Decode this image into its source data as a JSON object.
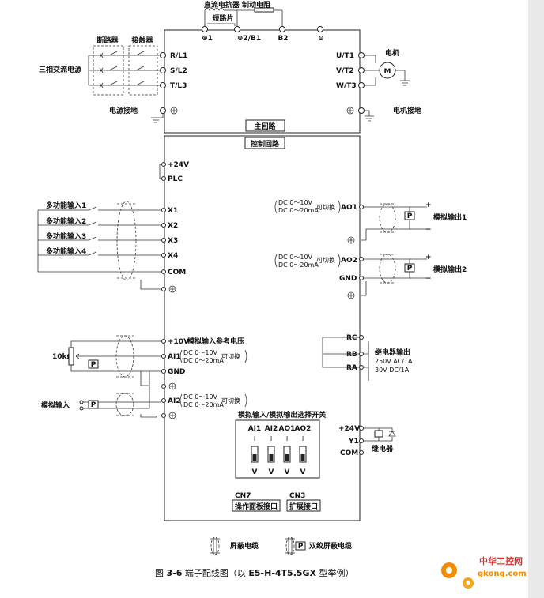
{
  "labels": {
    "reactor_brake": "直流电抗器 制动电阻",
    "short_piece": "短路片",
    "t_p1": "⊕1",
    "t_p2b1": "⊕2/B1",
    "t_b2": "B2",
    "t_minus": "⊖",
    "breaker": "断路器",
    "contactor": "接触器",
    "three_phase": "三相交流电源",
    "rl1": "R/L1",
    "sl2": "S/L2",
    "tl3": "T/L3",
    "ut1": "U/T1",
    "vt2": "V/T2",
    "wt3": "W/T3",
    "motor": "电机",
    "motor_m": "M",
    "power_ground": "电源接地",
    "motor_ground": "电机接地",
    "main_circuit": "主回路",
    "control_circuit": "控制回路",
    "p24v": "+24V",
    "plc": "PLC",
    "mfi1": "多功能输入1",
    "mfi2": "多功能输入2",
    "mfi3": "多功能输入3",
    "mfi4": "多功能输入4",
    "x1": "X1",
    "x2": "X2",
    "x3": "X3",
    "x4": "X4",
    "com": "COM",
    "ao1_range1": "DC 0～10V",
    "ao1_range2": "DC 0～20mA",
    "switchable": "可切换",
    "ao1": "AO1",
    "ao2": "AO2",
    "ao2_range1": "DC 0～10V",
    "ao2_range2": "DC 0～20mA",
    "gnd": "GND",
    "plus": "+",
    "minus": "−",
    "p": "P",
    "analog_out1": "模拟输出1",
    "analog_out2": "模拟输出2",
    "p10v": "+10V",
    "analog_ref": "模拟输入参考电压",
    "ai1": "AI1",
    "ai1_range1": "DC 0～10V",
    "ai1_range2": "DC 0～20mA",
    "ai2": "AI2",
    "ai2_range1": "DC 0～10V",
    "ai2_range2": "DC 0～20mA",
    "pot": "10kΩ",
    "analog_in": "模拟输入",
    "rc": "RC",
    "rb": "RB",
    "ra": "RA",
    "relay_out": "继电器输出",
    "relay_rating1": "250V AC/1A",
    "relay_rating2": "30V   DC/1A",
    "switch_title": "模拟输入/模拟输出选择开关",
    "sw_ai1": "AI1",
    "sw_ai2": "AI2",
    "sw_ao1": "AO1",
    "sw_ao2": "AO2",
    "sw_i": "I",
    "sw_v": "V",
    "y1": "Y1",
    "relay": "继电器",
    "cn7": "CN7",
    "cn3": "CN3",
    "panel_port": "操作面板接口",
    "ext_port": "扩展接口",
    "shield_cable": "屏蔽电缆",
    "twisted_cable": "双绞屏蔽电缆",
    "caption_prefix": "图 ",
    "caption_num": "3-6",
    "caption_mid": "  端子配线图（以 ",
    "caption_model": "E5-H-4T5.5GX",
    "caption_end": " 型举例）",
    "watermark1": "中华工控网",
    "watermark2": "gkong.com"
  },
  "colors": {
    "line": "#222222",
    "watermark_orange": "#f28c00",
    "watermark_red": "#e0302a"
  }
}
